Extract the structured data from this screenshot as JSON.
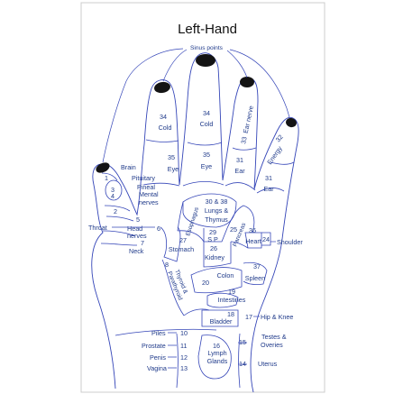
{
  "title": "Left-Hand",
  "colors": {
    "outline": "#3546b8",
    "text": "#1f3a8a",
    "nail": "#141414",
    "frame": "#cccccc"
  },
  "fingers": {
    "pinky": {
      "zone_top": "32",
      "zone_top2": "Energy",
      "zone_bottom": "31",
      "zone_bottom2": "Ear"
    },
    "ring": {
      "zone_top": "33",
      "zone_top2": "Ear nerve",
      "zone_bottom": "31",
      "zone_bottom2": "Ear"
    },
    "middle": {
      "zone_top": "34",
      "zone_top2": "Cold",
      "zone_bottom": "35",
      "zone_bottom2": "Eye"
    },
    "index": {
      "zone_top": "34",
      "zone_top2": "Cold",
      "zone_bottom": "35",
      "zone_bottom2": "Eye"
    },
    "thumb": {
      "brain": "Brain",
      "pituitary": "Pituitary",
      "pineal": "Pineal",
      "mental": "Mental",
      "nerves": "nerves",
      "n1": "1",
      "n2": "2",
      "n3": "3",
      "n4": "4",
      "n5": "5",
      "n6": "6",
      "n7": "7",
      "n8": "8",
      "head": "Head",
      "head_nerves": "nerves",
      "neck": "Neck"
    }
  },
  "palm": {
    "lungs_num": "30 & 38",
    "lungs": "Lungs &",
    "lungs2": "Thymus",
    "esophagus": "Esophagus",
    "n29": "29",
    "sp": "S P",
    "n25": "25",
    "pancreas": "Pancreas",
    "n36": "36",
    "heart": "Heart",
    "n24": "24",
    "n27": "27",
    "stomach": "Stomach",
    "n26": "26",
    "kidney": "Kidney",
    "n8b": "8",
    "thyroid": "Thyroid &",
    "parathyroid": "Parathyroid",
    "n20": "20",
    "colon": "Colon",
    "n37": "37",
    "spleen": "Spleen",
    "n19": "19",
    "intestines": "Intestines",
    "n18": "18",
    "bladder": "Bladder",
    "n16": "16",
    "lymph": "Lymph",
    "glands": "Glands"
  },
  "labels": {
    "sinus": "Sinus points",
    "throat": "Throat",
    "shoulder": "Shoulder",
    "n17": "17",
    "hip_knee": "Hip & Knee",
    "n10": "10",
    "piles": "Piles",
    "n15": "15",
    "testes": "Testes &",
    "ovaries": "Overies",
    "n11": "11",
    "prostate": "Prostate",
    "n12": "12",
    "penis": "Penis",
    "n13": "13",
    "vagina": "Vagina",
    "n14": "14",
    "uterus": "Uterus"
  }
}
